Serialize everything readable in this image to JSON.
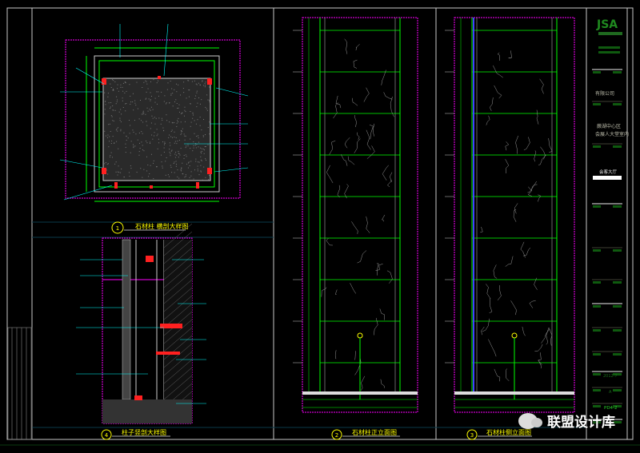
{
  "drawings": [
    {
      "number": "1",
      "title": "石材柱 横剖大样图"
    },
    {
      "number": "4",
      "title": "柱子竖剖大样图"
    },
    {
      "number": "2",
      "title": "石材柱正立面图"
    },
    {
      "number": "3",
      "title": "石材柱侧立面图"
    }
  ],
  "title_block": {
    "logo": "JSA",
    "company": "有限公司",
    "project_line1": "蕨湖中心区",
    "project_line2": "会展人大堂室内",
    "drawing_name": "会客大厅",
    "date": "2012.7",
    "revision": "A",
    "sheet_no": "PD4-2"
  },
  "watermark": "联盟设计库",
  "colors": {
    "frame": "#c8c8c8",
    "magenta": "#ff00ff",
    "green": "#00ff00",
    "yellow": "#ffff00",
    "cyan": "#00ffff",
    "red": "#ff0000",
    "blue": "#0000ff"
  }
}
